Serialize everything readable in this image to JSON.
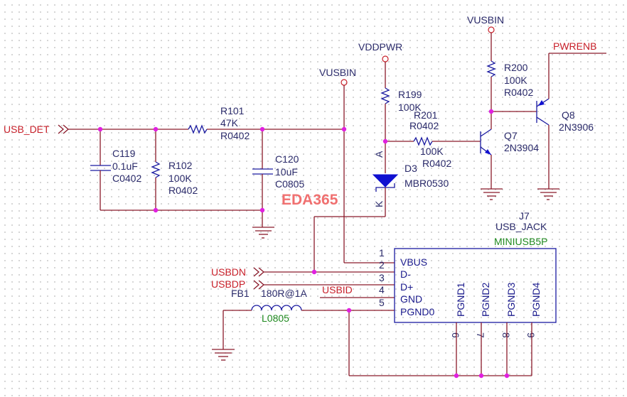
{
  "schematic": {
    "watermark": "EDA365",
    "nets": {
      "usb_det": "USB_DET",
      "vusbin_left": "VUSBIN",
      "vddpwr": "VDDPWR",
      "vusbin_right": "VUSBIN",
      "pwrenb": "PWRENB",
      "usbdn": "USBDN",
      "usbdp": "USBDP",
      "usbid": "USBID"
    },
    "components": {
      "c119": {
        "ref": "C119",
        "value": "0.1uF",
        "footprint": "C0402"
      },
      "r102": {
        "ref": "R102",
        "value": "100K",
        "footprint": "R0402"
      },
      "r101": {
        "ref": "R101",
        "value": "47K",
        "footprint": "R0402"
      },
      "c120": {
        "ref": "C120",
        "value": "10uF",
        "footprint": "C0805"
      },
      "r199": {
        "ref": "R199",
        "value": "100K",
        "footprint": "R0402"
      },
      "r201": {
        "ref": "R201",
        "value": "100K",
        "footprint": "R0402"
      },
      "d3": {
        "ref": "D3",
        "value": "MBR0530",
        "pin_a": "A",
        "pin_k": "K"
      },
      "r200": {
        "ref": "R200",
        "value": "100K",
        "footprint": "R0402"
      },
      "q7": {
        "ref": "Q7",
        "value": "2N3904"
      },
      "q8": {
        "ref": "Q8",
        "value": "2N3906"
      },
      "fb1": {
        "ref": "FB1",
        "value": "180R@1A",
        "footprint": "L0805"
      },
      "j7": {
        "ref": "J7",
        "value": "USB_JACK",
        "footprint": "MINIUSB5P",
        "left_pins": [
          {
            "num": "1",
            "name": "VBUS"
          },
          {
            "num": "2",
            "name": "D-"
          },
          {
            "num": "3",
            "name": "D+"
          },
          {
            "num": "4",
            "name": "GND"
          },
          {
            "num": "5",
            "name": "PGND0"
          }
        ],
        "bottom_pins": [
          {
            "num": "6",
            "name": "PGND1"
          },
          {
            "num": "7",
            "name": "PGND2"
          },
          {
            "num": "8",
            "name": "PGND3"
          },
          {
            "num": "9",
            "name": "PGND4"
          }
        ]
      }
    }
  }
}
